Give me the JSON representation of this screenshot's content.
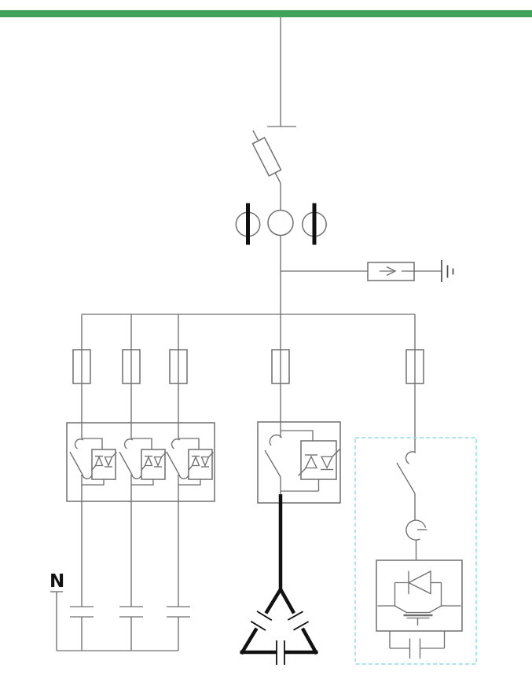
{
  "labels": {
    "neutral": "N"
  },
  "colors": {
    "background": "#ffffff",
    "busbar-green": "#3fa45a",
    "line-gray": "#6f6f6f",
    "symbol-black": "#111111",
    "earth-gray": "#4d4d4d",
    "dashed-cyan": "#8fd9e8"
  },
  "diagram": {
    "type": "electrical-single-line-diagram",
    "components": [
      {
        "name": "hv-busbar",
        "style": "green-bar"
      },
      {
        "name": "incoming-feeder"
      },
      {
        "name": "fuse-disconnector",
        "state": "open-blade-with-fuse"
      },
      {
        "name": "current-transformer",
        "count": 3
      },
      {
        "name": "surge-arrester",
        "symbol": "box-with-right-arrow"
      },
      {
        "name": "earth-terminal"
      },
      {
        "name": "distribution-bus"
      },
      {
        "name": "fuse",
        "count": 5
      },
      {
        "name": "thyristor-bypass-unit",
        "count": 3,
        "contents": "contactor + antiparallel thyristor pair"
      },
      {
        "name": "thyristor-valve-module",
        "contents": "contactor + antiparallel thyristor pair"
      },
      {
        "name": "delta-capacitor-bank",
        "style": "bold-triangle-with-capacitors"
      },
      {
        "name": "star-capacitor-bank",
        "count": 3
      },
      {
        "name": "neutral-terminal",
        "label": "N"
      },
      {
        "name": "disconnector-switch"
      },
      {
        "name": "drive-loop-symbol"
      },
      {
        "name": "igbt-diode-module"
      },
      {
        "name": "dc-capacitor"
      },
      {
        "name": "statcom-enclosure",
        "style": "dashed-cyan-box"
      }
    ]
  }
}
